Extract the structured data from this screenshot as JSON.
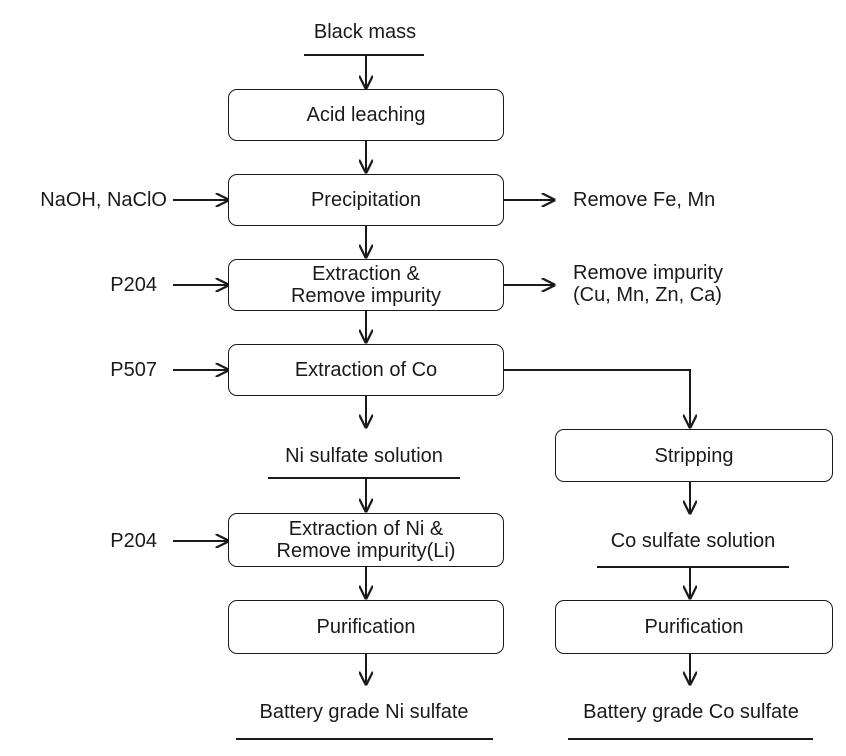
{
  "nodes": {
    "black_mass": "Black mass",
    "acid_leaching": "Acid leaching",
    "precipitation": "Precipitation",
    "extraction_remove_impurity": [
      "Extraction &",
      "Remove impurity"
    ],
    "extraction_co": "Extraction of Co",
    "ni_sulfate_solution": "Ni sulfate  solution",
    "stripping": "Stripping",
    "co_sulfate_solution": "Co sulfate  solution",
    "extraction_ni": [
      "Extraction of Ni &",
      "Remove impurity(Li)"
    ],
    "purification_ni": "Purification",
    "purification_co": "Purification",
    "battery_ni": "Battery grade Ni sulfate",
    "battery_co": "Battery grade Co sulfate"
  },
  "inputs": {
    "naoh": "NaOH, NaClO",
    "p204_1": "P204",
    "p507": "P507",
    "p204_2": "P204"
  },
  "outputs": {
    "remove_fe_mn": "Remove Fe, Mn",
    "remove_impurity": [
      "Remove impurity",
      "(Cu, Mn, Zn, Ca)"
    ]
  }
}
